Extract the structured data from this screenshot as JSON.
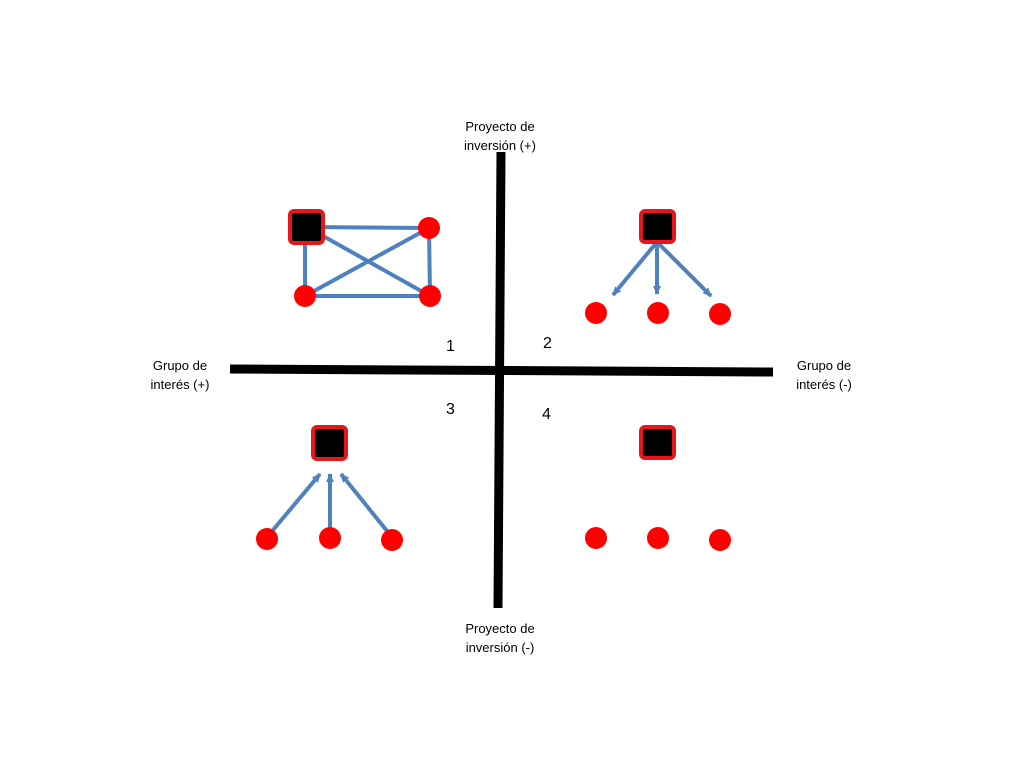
{
  "axes": {
    "top": [
      "Proyecto de",
      "inversión (+)"
    ],
    "bottom": [
      "Proyecto de",
      "inversión (-)"
    ],
    "left": [
      "Grupo de",
      "interés (+)"
    ],
    "right": [
      "Grupo de",
      "interés (-)"
    ]
  },
  "quadrants": [
    "1",
    "2",
    "3",
    "4"
  ],
  "colors": {
    "axis": "#000000",
    "node_fill": "#ff0000",
    "project_fill": "#000000",
    "project_border": "#e8161b",
    "link": "#4f81bd"
  }
}
